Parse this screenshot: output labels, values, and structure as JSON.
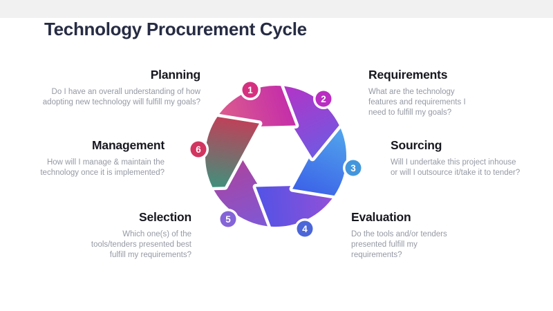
{
  "slide": {
    "title": "Technology Procurement Cycle",
    "title_color": "#272c44",
    "top_band_color": "#f1f1f2",
    "background_color": "#ffffff"
  },
  "diagram": {
    "type": "aperture-cycle",
    "heading_color": "#17171f",
    "body_color": "#9599a4",
    "steps": [
      {
        "number": "1",
        "label": "Planning",
        "description": "Do I have an overall understanding of how adopting new technology will fulfill my goals?",
        "badge_color": "#d53080",
        "blade_gradient": [
          "#dc5d8c",
          "#c127ae"
        ]
      },
      {
        "number": "2",
        "label": "Requirements",
        "description": "What are the technology features and requirements I need to fulfill my goals?",
        "badge_color": "#ba2dc2",
        "blade_gradient": [
          "#b433c6",
          "#7059e2"
        ]
      },
      {
        "number": "3",
        "label": "Sourcing",
        "description": "Will I undertake this project inhouse or will I outsource it/take it to tender?",
        "badge_color": "#4496dc",
        "blade_gradient": [
          "#52a7ec",
          "#3b60e8"
        ]
      },
      {
        "number": "4",
        "label": "Evaluation",
        "description": "Do the tools and/or tenders presented fulfill my requirements?",
        "badge_color": "#4c66d8",
        "blade_gradient": [
          "#5153e6",
          "#9150d8"
        ]
      },
      {
        "number": "5",
        "label": "Selection",
        "description": "Which one(s) of the tools/tenders presented best fulfill my requirements?",
        "badge_color": "#8464d8",
        "blade_gradient": [
          "#7f58d6",
          "#ac439d"
        ]
      },
      {
        "number": "6",
        "label": "Management",
        "description": "How will I manage & maintain the technology once it is implemented?",
        "badge_color": "#d23560",
        "blade_gradient": [
          "#c73c57",
          "#3f917c"
        ]
      }
    ]
  }
}
